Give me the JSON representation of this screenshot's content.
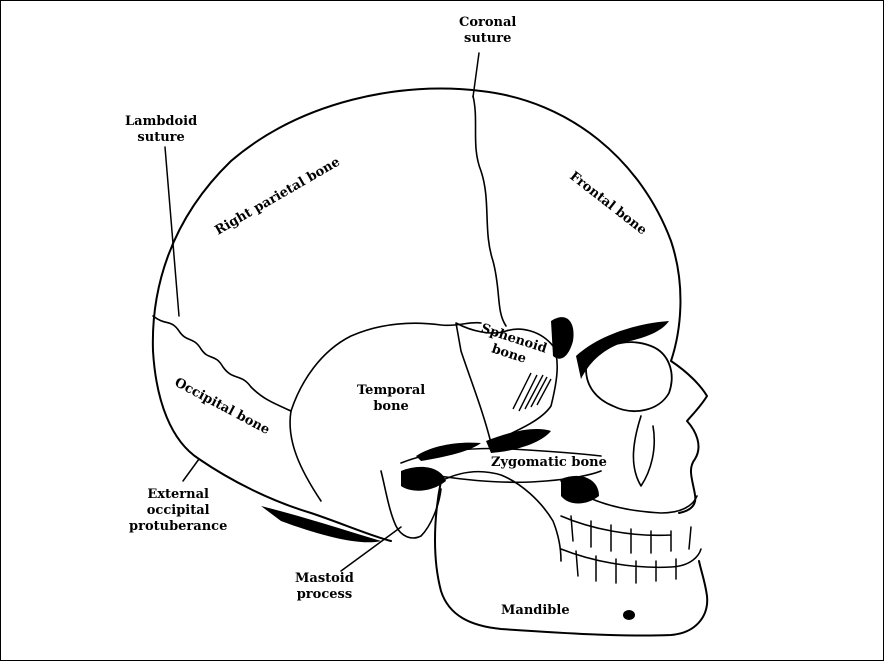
{
  "labels": {
    "coronal_suture": [
      "Coronal",
      "suture"
    ],
    "lambdoid_suture": [
      "Lambdoid",
      "suture"
    ],
    "right_parietal_bone": "Right parietal bone",
    "frontal_bone": "Frontal bone",
    "sphenoid_bone": [
      "Sphenoid",
      "bone"
    ],
    "temporal_bone": [
      "Temporal",
      "bone"
    ],
    "occipital_bone": "Occipital bone",
    "zygomatic_bone": "Zygomatic bone",
    "external_occipital_protuberance": [
      "External",
      "occipital",
      "protuberance"
    ],
    "mastoid_process": [
      "Mastoid",
      "process"
    ],
    "mandible": "Mandible"
  }
}
